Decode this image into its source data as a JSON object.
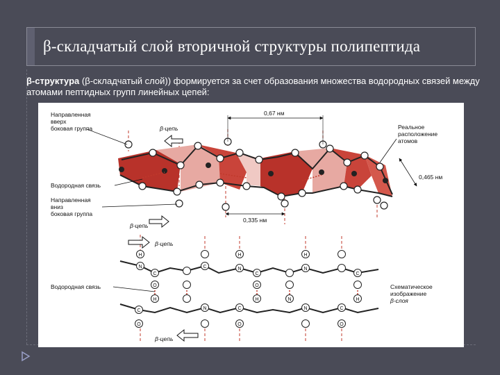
{
  "slide": {
    "title": "β-складчатый слой   вторичной структуры полипептида",
    "intro_bold": "β-структура",
    "intro_rest": " (β-складчатый слой)) формируется за счет образования множества водородных связей между атомами пептидных групп линейных цепей:"
  },
  "figure": {
    "top_panel": {
      "label_up_sidechain": [
        "Направленная",
        "вверх",
        "боковая группа"
      ],
      "label_beta_chain_1": "β-цепь",
      "label_hbond": "Водородная связь",
      "label_down_sidechain": [
        "Направленная",
        "вниз",
        "боковая группа"
      ],
      "label_beta_chain_2": "β-цепь",
      "label_real_position": [
        "Реальное",
        "расположение",
        "атомов"
      ],
      "dim_067": "0,67 нм",
      "dim_0465": "0,465 нм",
      "dim_0335": "0,335 нм"
    },
    "bottom_panel": {
      "label_beta_chain_top": "β-цепь",
      "label_hbond": "Водородная связь",
      "label_schematic": [
        "Схематическое",
        "изображение",
        "β-слоя"
      ],
      "label_beta_chain_bottom": "β-цепь",
      "atoms_upper_chain_1": [
        "H",
        "N",
        "C",
        "O",
        "C",
        "N",
        "H",
        "C",
        "O",
        "N",
        "H",
        "C"
      ],
      "atoms_upper_chain_2": [
        "C",
        "O",
        "H",
        "N",
        "C",
        "O",
        "N",
        "H",
        "C",
        "O",
        "H",
        "N"
      ]
    }
  }
}
